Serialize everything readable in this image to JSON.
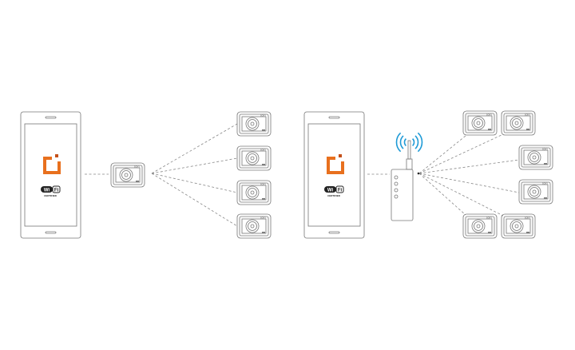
{
  "colors": {
    "line": "#777777",
    "logo": "#e8701e",
    "logo_dark": "#c4501a",
    "wifi_waves": "#1e9ad6"
  },
  "wifi_logo": {
    "mark": "Wi Fi",
    "caption": "CERTIFIED"
  },
  "camera_brand": "SONY",
  "left_setup": {
    "relay_cameras": 1,
    "remote_cameras": 4
  },
  "right_setup": {
    "access_points": 1,
    "remote_cameras": 6
  }
}
